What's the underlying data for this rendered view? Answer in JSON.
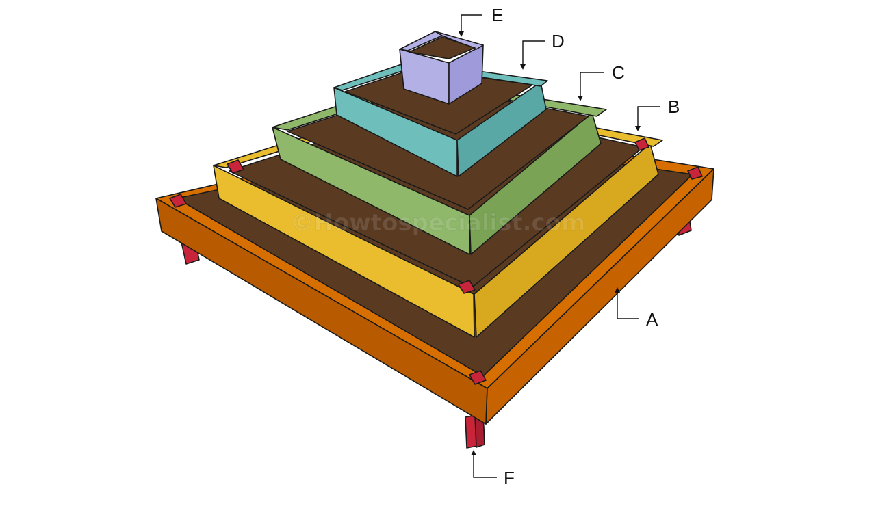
{
  "watermark": "©Howtospecialist.com",
  "colors": {
    "background": "#ffffff",
    "soil": "#5a3b22",
    "frame_a": "#d76f00",
    "frame_a_side": "#b85a00",
    "tier_b": "#e9bd2e",
    "tier_b_side": "#d8a81f",
    "tier_c": "#8fb86a",
    "tier_c_side": "#7aa356",
    "tier_d": "#6ebfbc",
    "tier_d_side": "#5aa8a6",
    "tier_e": "#b3b0e6",
    "tier_e_side": "#9f9bdb",
    "legs_f": "#c8253a",
    "leg_f_side": "#a81d2f"
  },
  "callouts": [
    {
      "id": "A",
      "text": "A"
    },
    {
      "id": "B",
      "text": "B"
    },
    {
      "id": "C",
      "text": "C"
    },
    {
      "id": "D",
      "text": "D"
    },
    {
      "id": "E",
      "text": "E"
    },
    {
      "id": "F",
      "text": "F"
    }
  ]
}
